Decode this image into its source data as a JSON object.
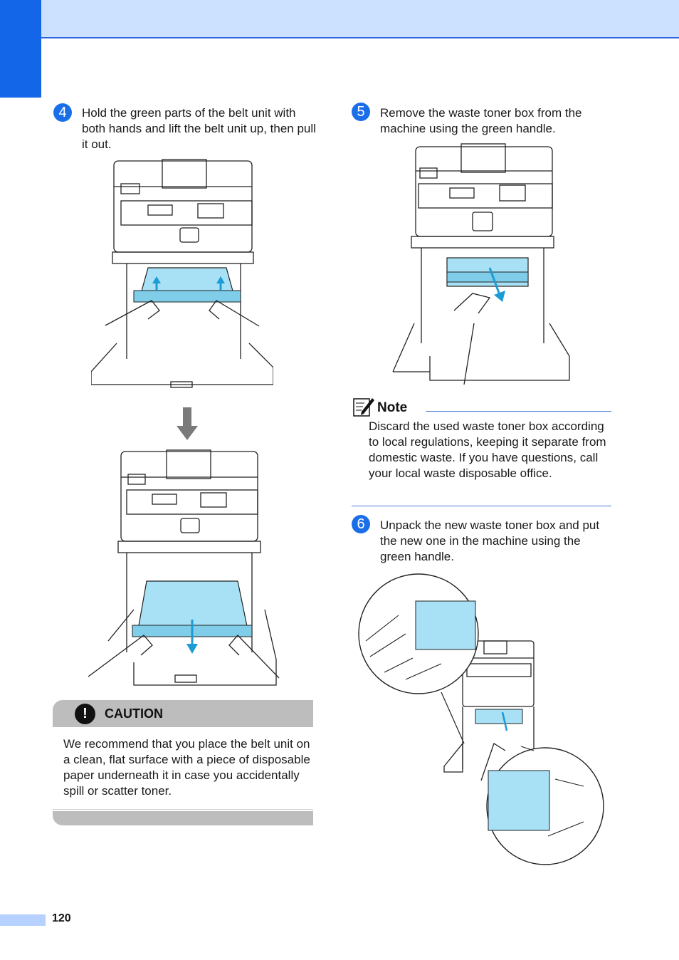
{
  "page": {
    "number": "120"
  },
  "steps": [
    {
      "id": "4",
      "text": "Hold the green parts of the belt unit with both hands and lift the belt unit up, then pull it out."
    },
    {
      "id": "5",
      "text": "Remove the waste toner box from the machine using the green handle."
    },
    {
      "id": "6",
      "text": "Unpack the new waste toner box and put the new one in the machine using the green handle."
    }
  ],
  "caution": {
    "icon": "exclamation-icon",
    "title": "CAUTION",
    "text": "We recommend that you place the belt unit on a clean, flat surface with a piece of disposable paper underneath it in case you accidentally spill or scatter toner."
  },
  "note": {
    "icon": "note-pencil-icon",
    "title": "Note",
    "text": "Discard the used waste toner box according to local regulations, keeping it separate from domestic waste. If you have questions, call your local waste disposable office."
  },
  "colors": {
    "accent": "#1366e8",
    "header_band": "#cce0ff",
    "part_highlight": "#a8e0f5",
    "caution_bar": "#bdbdbd"
  }
}
